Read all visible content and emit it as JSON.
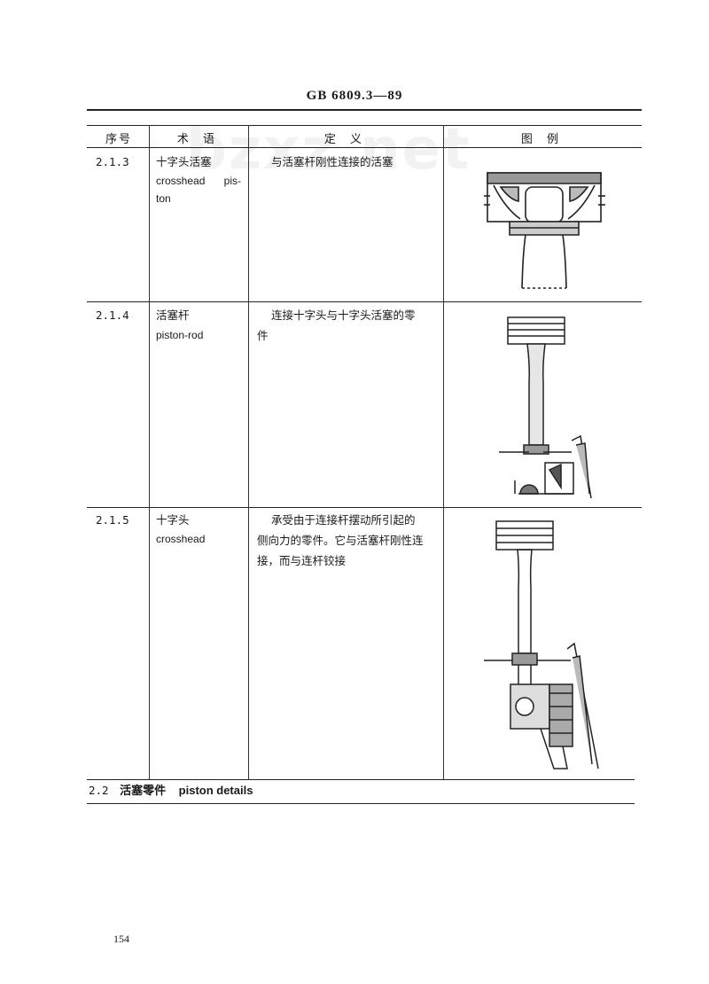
{
  "header": {
    "standard_code": "GB 6809.3—89"
  },
  "watermark": "bzxz.net",
  "table": {
    "columns": [
      "序号",
      "术 语",
      "定 义",
      "图 例"
    ],
    "rows": [
      {
        "number": "2.1.3",
        "term_cn": "十字头活塞",
        "term_en_1": "crosshead pis-",
        "term_en_2": "ton",
        "definition_1": "与活塞杆刚性连接的活塞",
        "definition_2": "",
        "definition_3": "",
        "figure_icon": "crosshead-piston-drawing"
      },
      {
        "number": "2.1.4",
        "term_cn": "活塞杆",
        "term_en_1": "piston-rod",
        "term_en_2": "",
        "definition_1": "连接十字头与十字头活塞的零",
        "definition_2": "件",
        "definition_3": "",
        "figure_icon": "piston-rod-drawing"
      },
      {
        "number": "2.1.5",
        "term_cn": "十字头",
        "term_en_1": "crosshead",
        "term_en_2": "",
        "definition_1": "承受由于连接杆摆动所引起的",
        "definition_2": "侧向力的零件。它与活塞杆刚性连",
        "definition_3": "接，而与连杆铰接",
        "figure_icon": "crosshead-drawing"
      }
    ]
  },
  "section": {
    "number": "2.2",
    "title_cn": "活塞零件",
    "title_en": "piston details"
  },
  "footer": {
    "page_number": "154"
  }
}
